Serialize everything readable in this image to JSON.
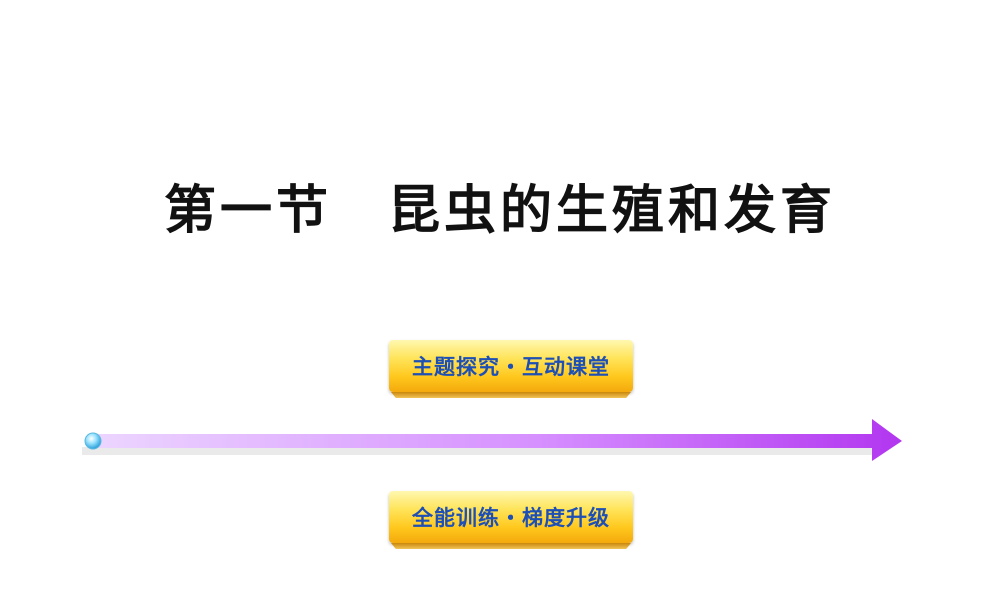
{
  "slide": {
    "title": "第一节　昆虫的生殖和发育",
    "links": [
      {
        "label": "主题探究・互动课堂"
      },
      {
        "label": "全能训练・梯度升级"
      }
    ]
  },
  "colors": {
    "title": "#111111",
    "link_text": "#1e4fb4",
    "badge_gold": "#ffc81e",
    "arrow_start": "#e6c8ff",
    "arrow_end": "#b236f0",
    "dot": "#4fc3f7"
  },
  "icons": {
    "arrow": "timeline-arrow-icon",
    "dot": "timeline-start-dot-icon"
  }
}
